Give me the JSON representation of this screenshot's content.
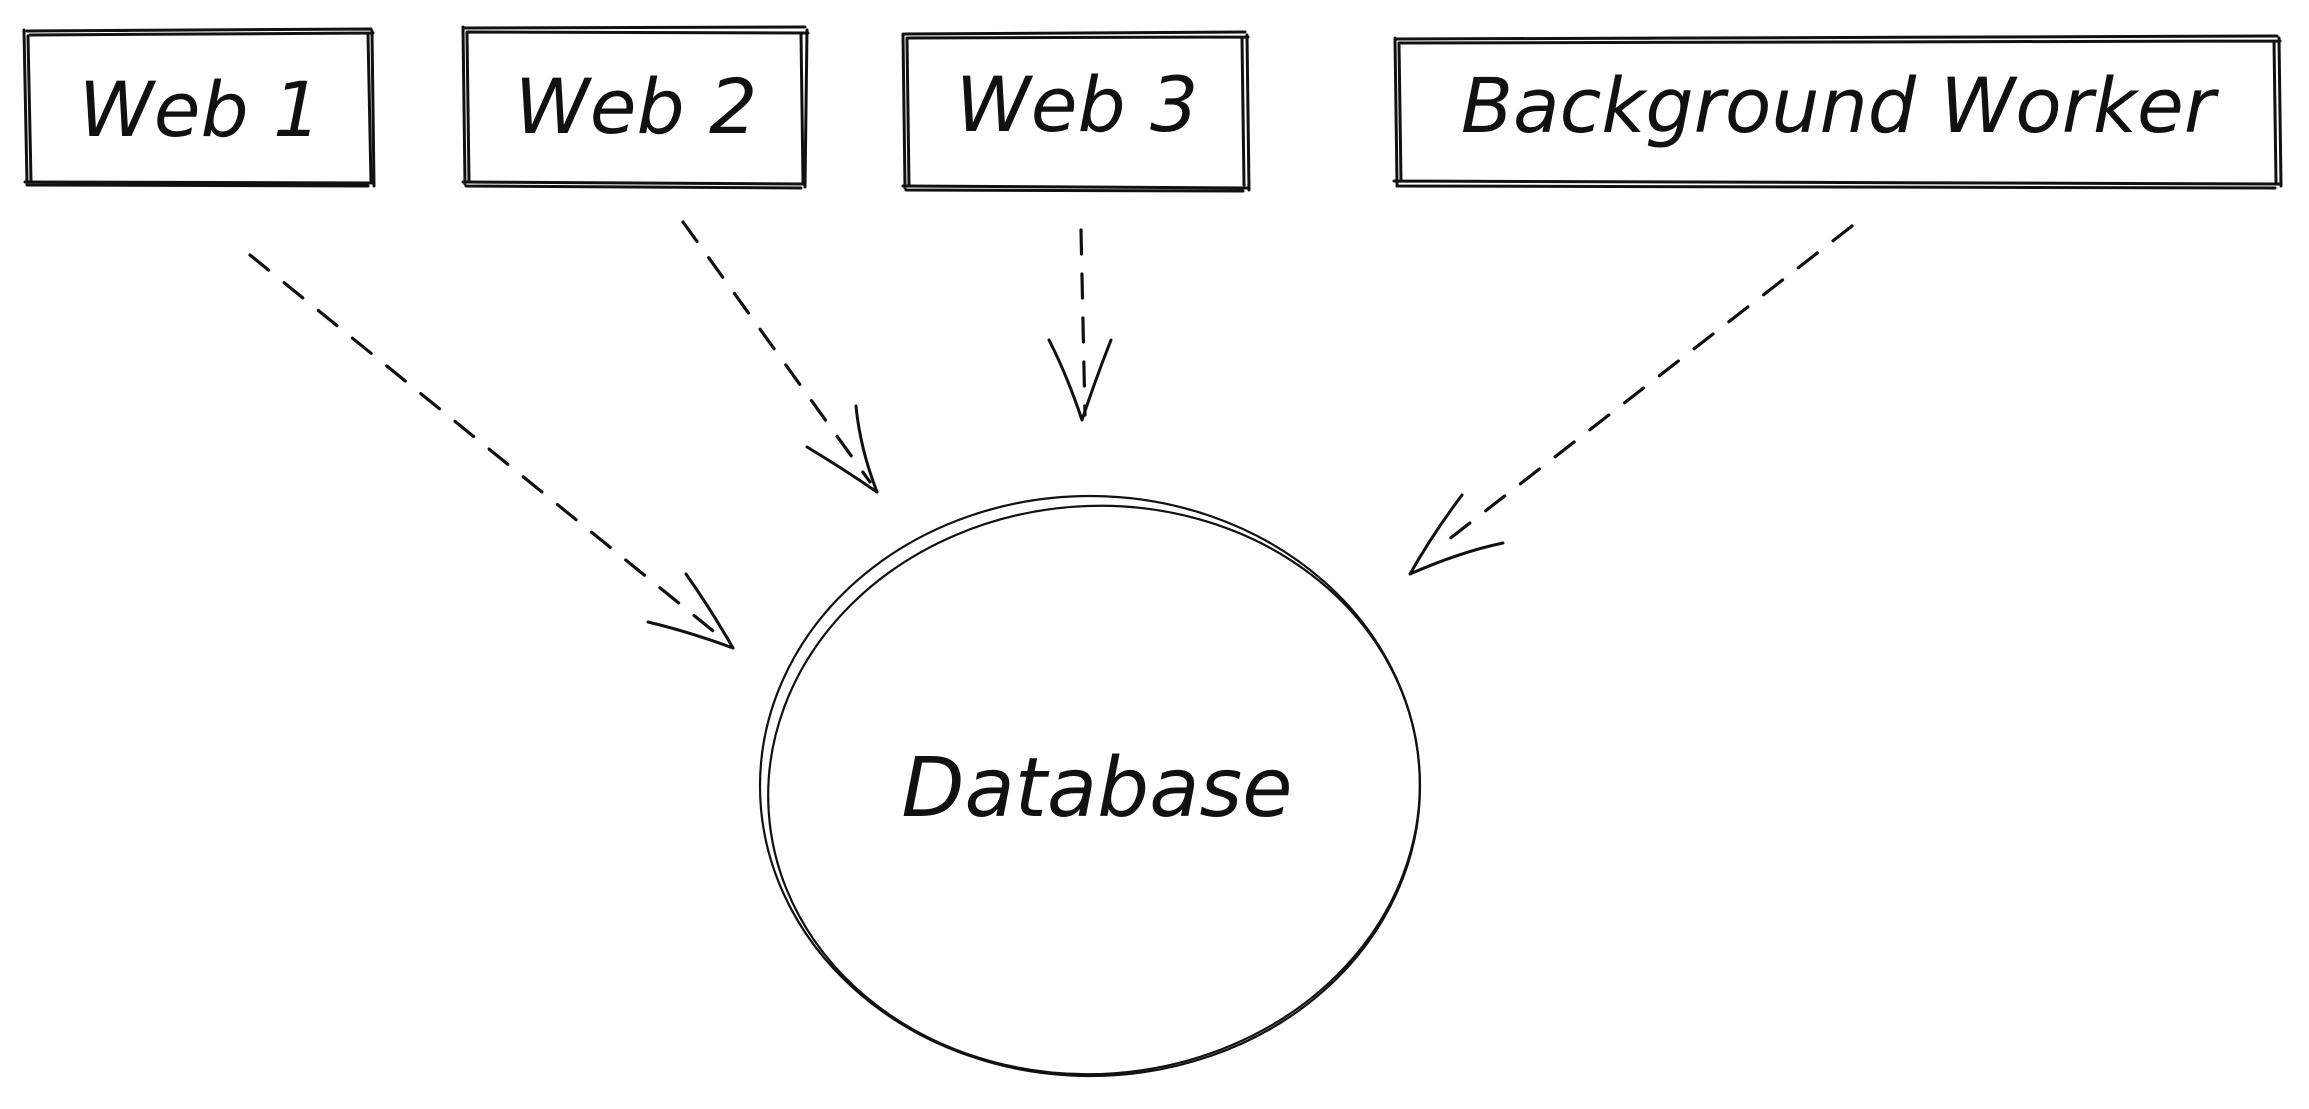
{
  "nodes": {
    "web1": {
      "label": "Web 1"
    },
    "web2": {
      "label": "Web 2"
    },
    "web3": {
      "label": "Web 3"
    },
    "worker": {
      "label": "Background Worker"
    },
    "database": {
      "label": "Database"
    }
  },
  "edges": [
    {
      "from": "Web 1",
      "to": "Database",
      "style": "dashed"
    },
    {
      "from": "Web 2",
      "to": "Database",
      "style": "dashed"
    },
    {
      "from": "Web 3",
      "to": "Database",
      "style": "dashed"
    },
    {
      "from": "Background Worker",
      "to": "Database",
      "style": "dashed"
    }
  ],
  "colors": {
    "stroke": "#111111",
    "background": "#ffffff"
  }
}
